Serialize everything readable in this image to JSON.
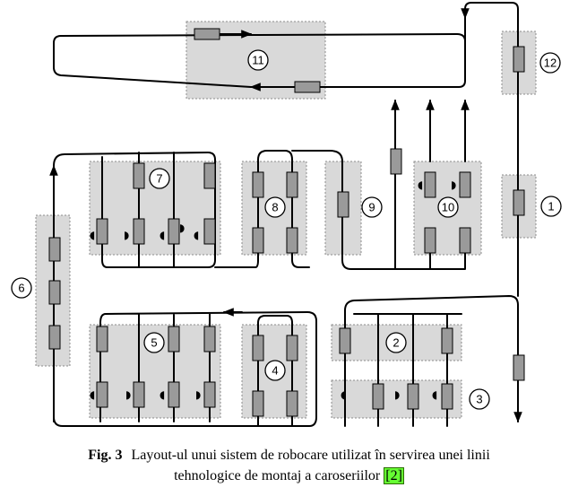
{
  "diagram": {
    "station_labels": [
      "1",
      "2",
      "3",
      "4",
      "5",
      "6",
      "7",
      "8",
      "9",
      "10",
      "11",
      "12"
    ],
    "zone_color": "#d9d9d9",
    "cart_color": "#9a9a9a",
    "track_color": "#000000"
  },
  "caption": {
    "fig_number": "Fig. 3",
    "line1": "Layout-ul unui sistem de robocare utilizat în servirea unei linii",
    "line2": "tehnologice de montaj a caroseriilor",
    "reference": "[2]",
    "reference_color": "#66ff33"
  }
}
